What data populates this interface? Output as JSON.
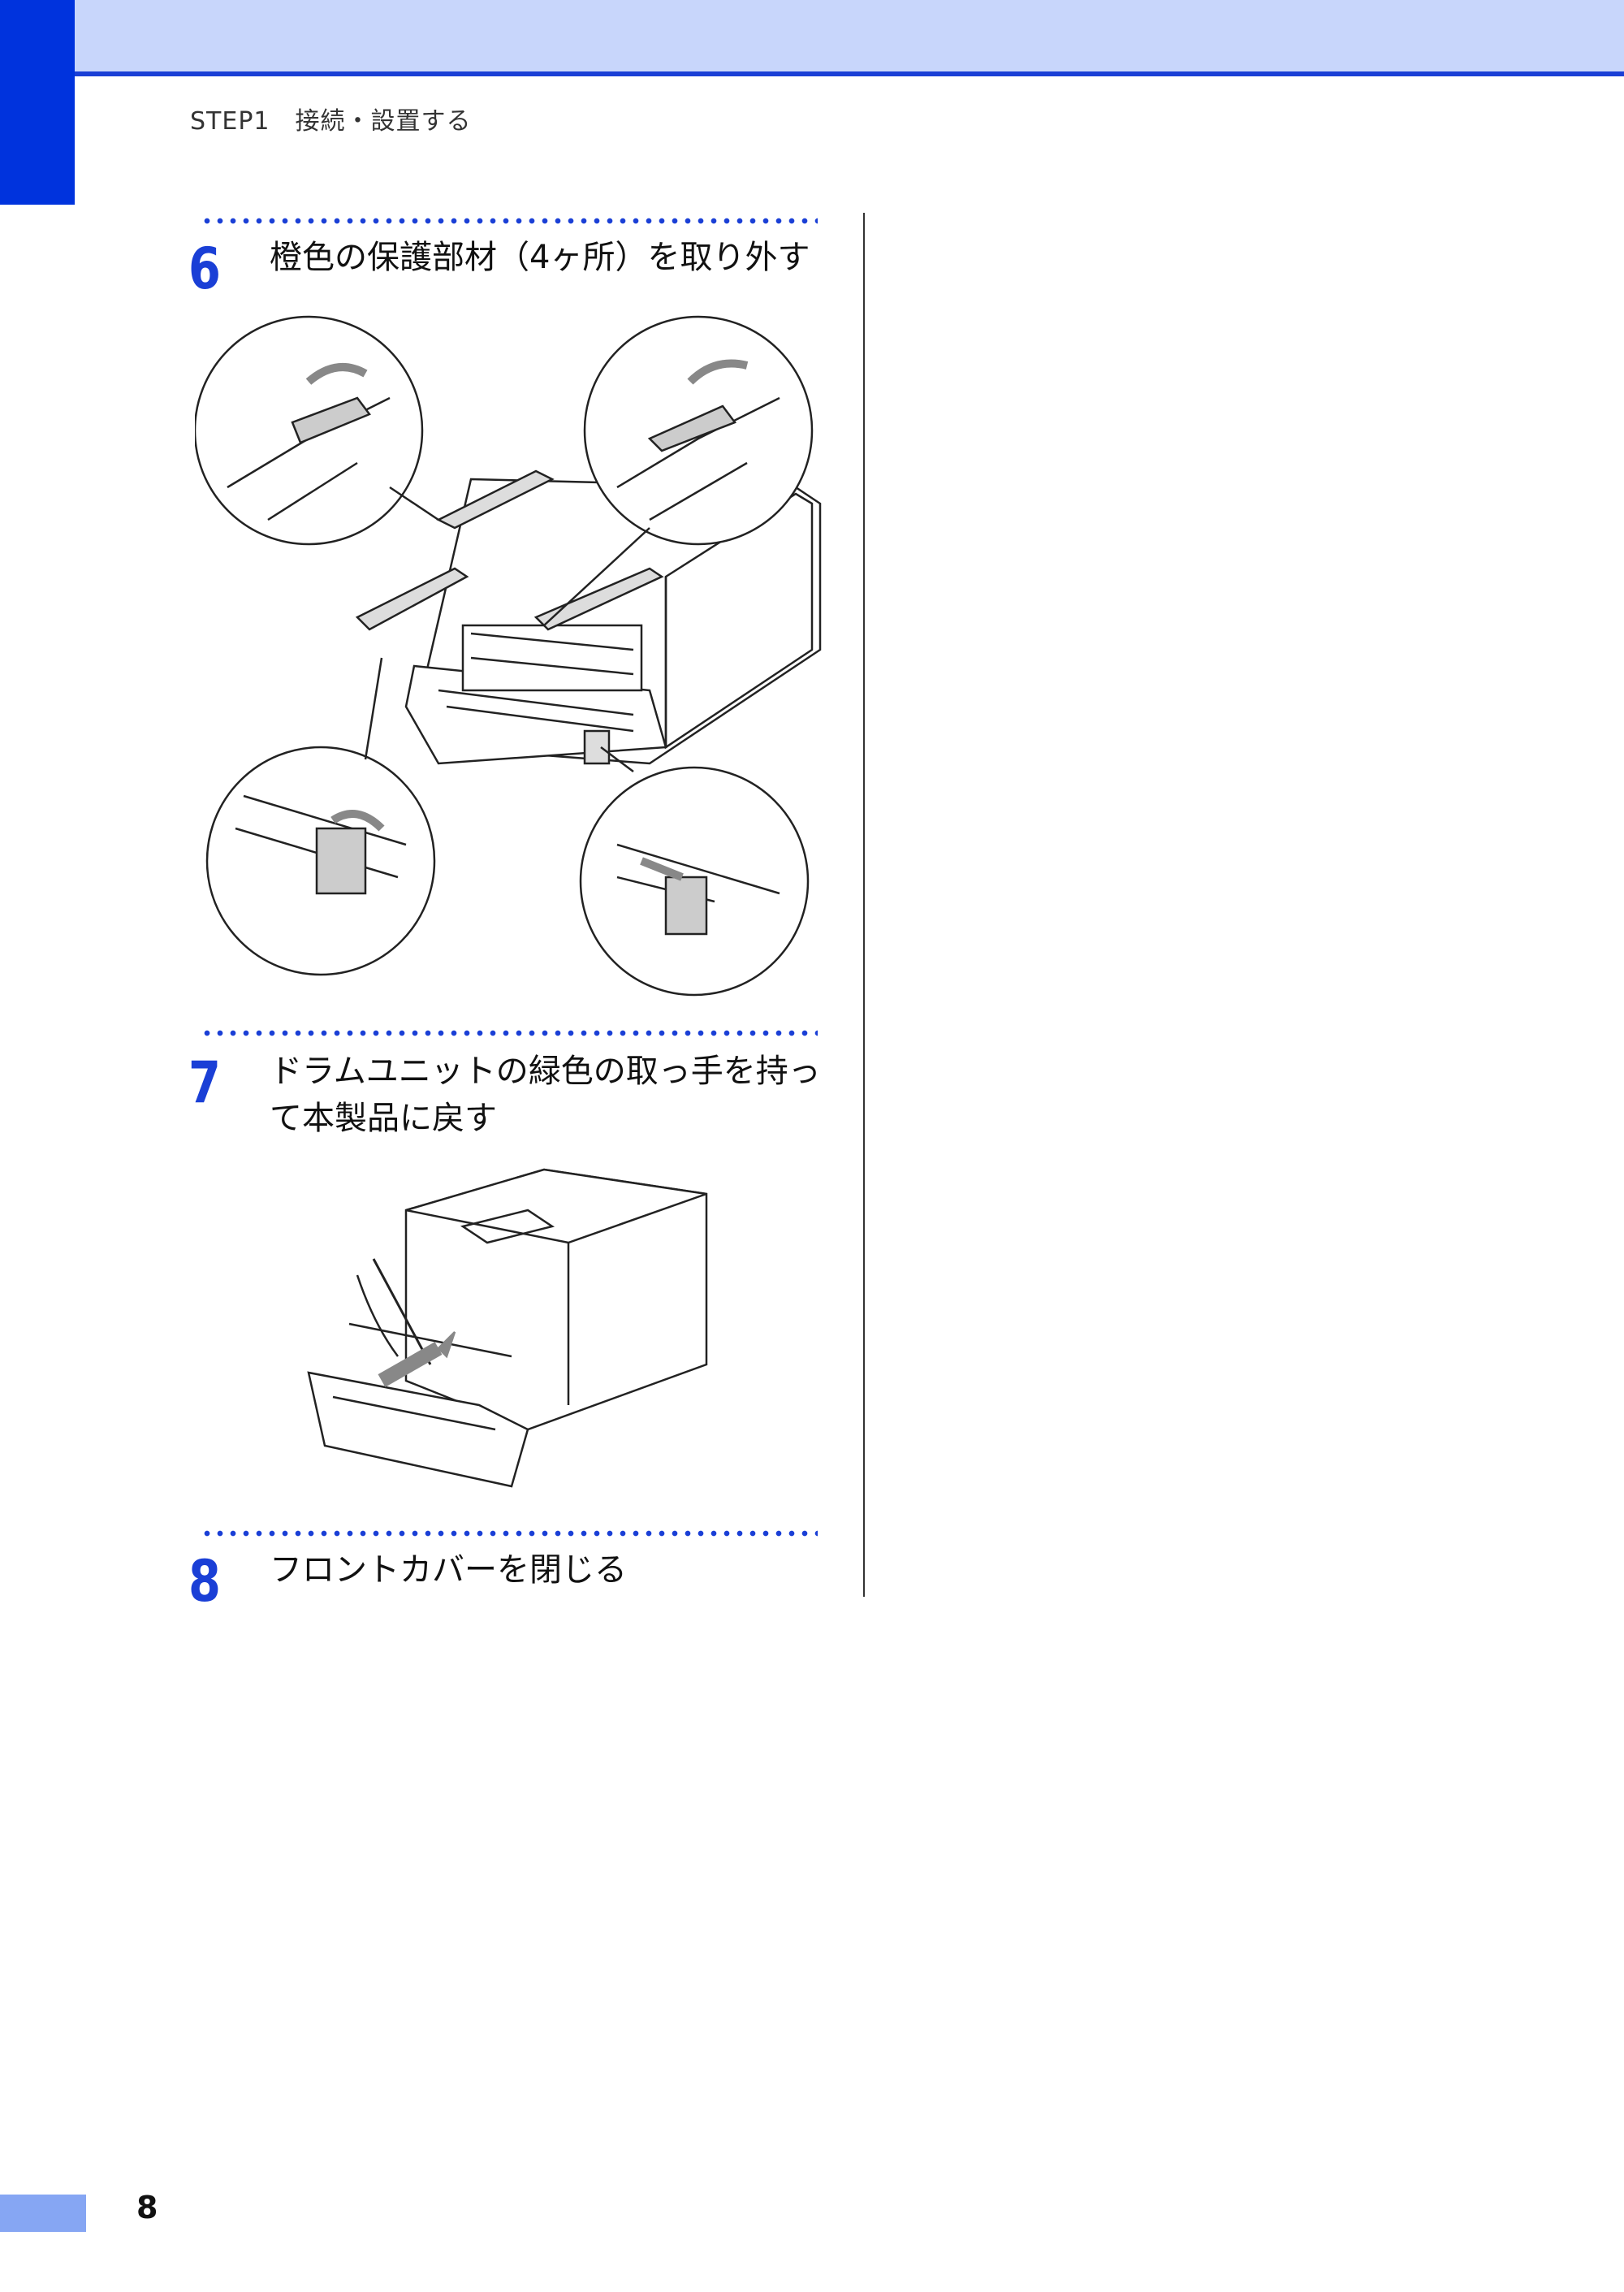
{
  "header": {
    "section": "STEP1　接続・設置する"
  },
  "steps": [
    {
      "number": "6",
      "title": "橙色の保護部材（4ヶ所）を取り外す"
    },
    {
      "number": "7",
      "title": "ドラムユニットの緑色の取っ手を持って本製品に戻す"
    },
    {
      "number": "8",
      "title": "フロントカバーを閉じる"
    }
  ],
  "footer": {
    "page_number": "8"
  },
  "colors": {
    "accent": "#1a3fd6",
    "band": "#c8d6fb",
    "footer_block": "#86a6f3"
  }
}
